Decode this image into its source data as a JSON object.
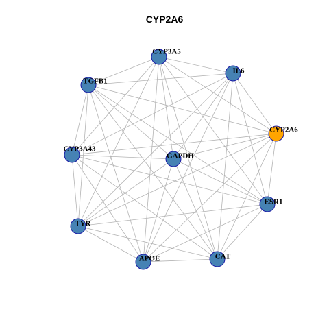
{
  "title": "CYP2A6",
  "colors": {
    "node_default": "#4682b4",
    "node_highlight": "#ffa500",
    "node_border": "#1a1aa6",
    "edge": "#b3b3b3"
  },
  "highlight_node": "CYP2A6",
  "nodes": [
    "CYP3A5",
    "IL6",
    "TGFB1",
    "CYP2A6",
    "CYP3A43",
    "GAPDH",
    "ESR1",
    "TYR",
    "APOE",
    "CAT"
  ],
  "edges": [
    [
      "CYP3A5",
      "IL6"
    ],
    [
      "CYP3A5",
      "TGFB1"
    ],
    [
      "CYP3A5",
      "CYP2A6"
    ],
    [
      "CYP3A5",
      "CYP3A43"
    ],
    [
      "CYP3A5",
      "GAPDH"
    ],
    [
      "CYP3A5",
      "ESR1"
    ],
    [
      "CYP3A5",
      "TYR"
    ],
    [
      "CYP3A5",
      "APOE"
    ],
    [
      "CYP3A5",
      "CAT"
    ],
    [
      "IL6",
      "TGFB1"
    ],
    [
      "IL6",
      "CYP2A6"
    ],
    [
      "IL6",
      "CYP3A43"
    ],
    [
      "IL6",
      "GAPDH"
    ],
    [
      "IL6",
      "ESR1"
    ],
    [
      "IL6",
      "TYR"
    ],
    [
      "IL6",
      "APOE"
    ],
    [
      "IL6",
      "CAT"
    ],
    [
      "TGFB1",
      "CYP2A6"
    ],
    [
      "TGFB1",
      "CYP3A43"
    ],
    [
      "TGFB1",
      "GAPDH"
    ],
    [
      "TGFB1",
      "ESR1"
    ],
    [
      "TGFB1",
      "TYR"
    ],
    [
      "TGFB1",
      "APOE"
    ],
    [
      "TGFB1",
      "CAT"
    ],
    [
      "CYP2A6",
      "CYP3A43"
    ],
    [
      "CYP2A6",
      "GAPDH"
    ],
    [
      "CYP2A6",
      "ESR1"
    ],
    [
      "CYP2A6",
      "TYR"
    ],
    [
      "CYP2A6",
      "APOE"
    ],
    [
      "CYP2A6",
      "CAT"
    ],
    [
      "CYP3A43",
      "GAPDH"
    ],
    [
      "CYP3A43",
      "ESR1"
    ],
    [
      "CYP3A43",
      "TYR"
    ],
    [
      "CYP3A43",
      "APOE"
    ],
    [
      "CYP3A43",
      "CAT"
    ],
    [
      "GAPDH",
      "ESR1"
    ],
    [
      "GAPDH",
      "TYR"
    ],
    [
      "GAPDH",
      "APOE"
    ],
    [
      "GAPDH",
      "CAT"
    ],
    [
      "ESR1",
      "TYR"
    ],
    [
      "ESR1",
      "APOE"
    ],
    [
      "ESR1",
      "CAT"
    ],
    [
      "TYR",
      "APOE"
    ],
    [
      "TYR",
      "CAT"
    ],
    [
      "APOE",
      "CAT"
    ]
  ]
}
